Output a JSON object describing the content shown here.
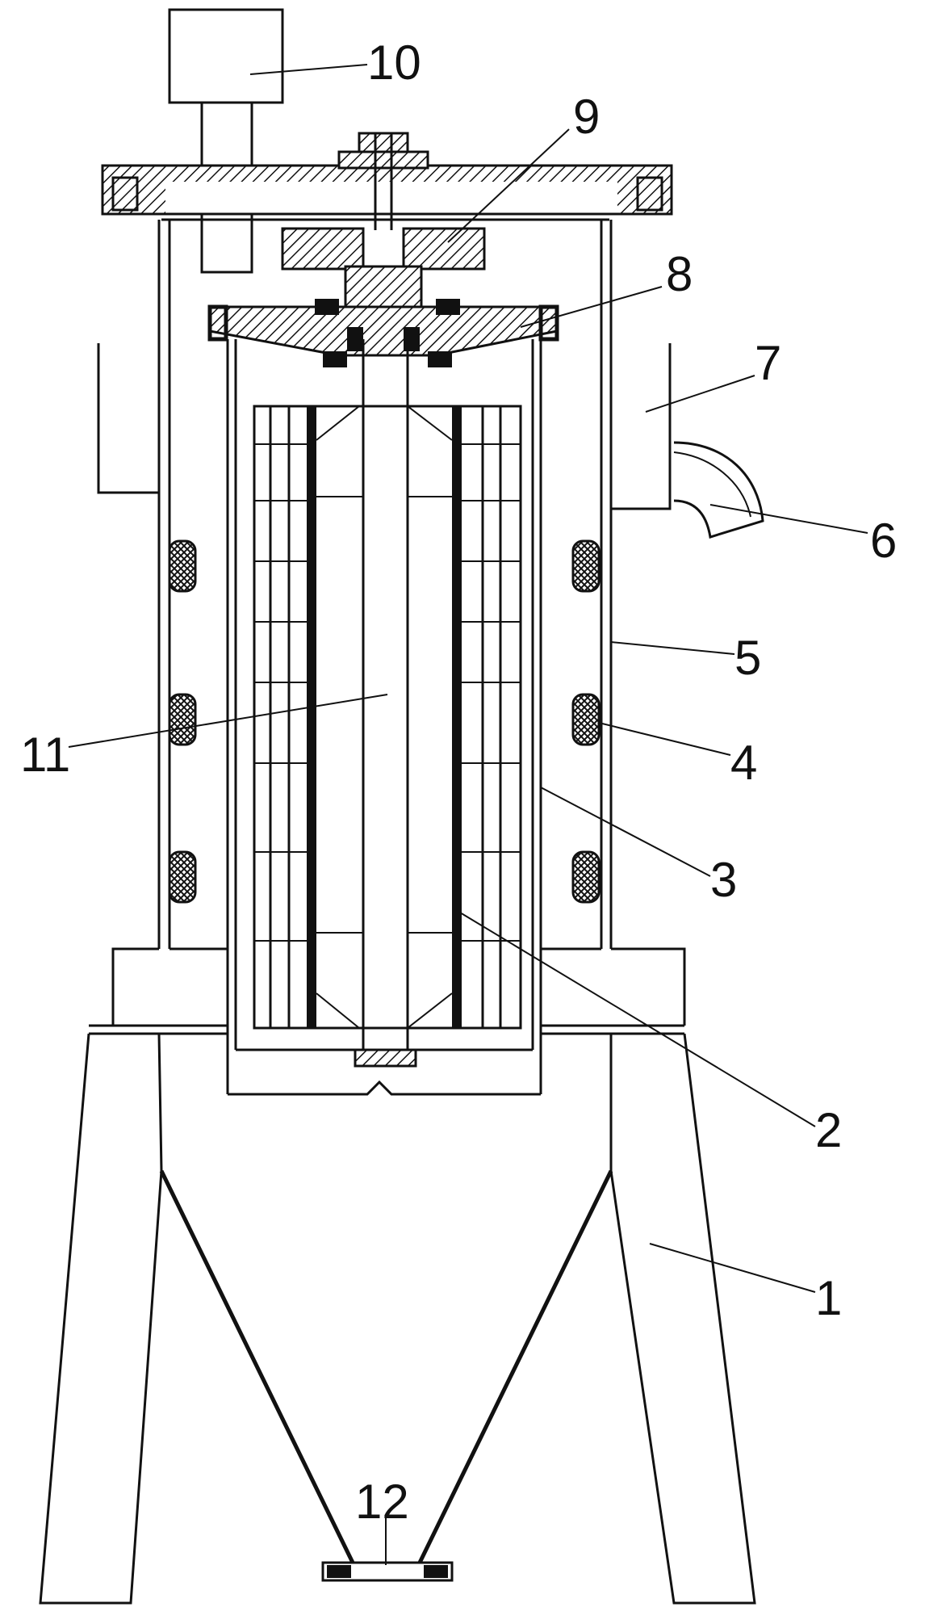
{
  "labels": {
    "l1": "1",
    "l2": "2",
    "l3": "3",
    "l4": "4",
    "l5": "5",
    "l6": "6",
    "l7": "7",
    "l8": "8",
    "l9": "9",
    "l10": "10",
    "l11": "11",
    "l12": "12"
  },
  "colors": {
    "line": "#111111",
    "background": "#ffffff"
  }
}
